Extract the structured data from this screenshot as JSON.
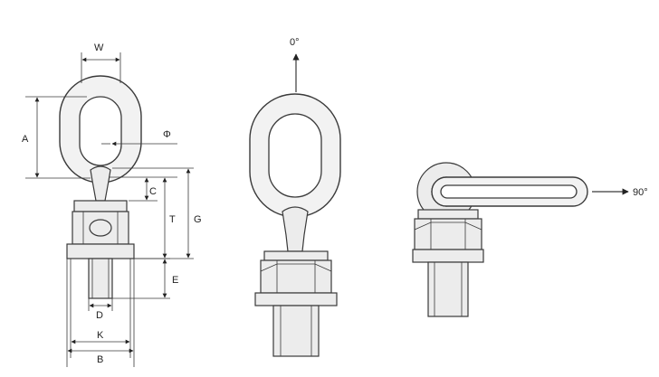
{
  "labels": {
    "w": "W",
    "a": "A",
    "phi": "Φ",
    "c": "C",
    "t": "T",
    "g": "G",
    "e": "E",
    "d": "D",
    "k": "K",
    "b": "B",
    "angle_0": "0°",
    "angle_90": "90°"
  }
}
